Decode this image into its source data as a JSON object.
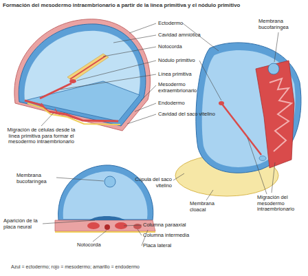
{
  "diagram": {
    "title": "Formación del mesodermo intraembrionario a partir de la línea primitiva y el nódulo primitivo",
    "caption": "Azul = ectodermo; rojo = mesodermo; amarillo = endodermo",
    "labels": [
      "Ectodermo",
      "Cavidad amniótica",
      "Notocorda",
      "Nódulo primitivo",
      "Línea primitiva",
      "Mesodermo extraembrionario",
      "Endodermo",
      "Cavidad del saco vitelino",
      "Migración de células desde la línea primitiva para formar el mesodermo intraembrionario",
      "Membrana bucofaríngea",
      "Cúpula del saco vitelino",
      "Membrana cloacal",
      "Migración del mesodermo intraembrionario",
      "Membrana bucofaríngea",
      "Aparición de la placa neural",
      "Notocorda",
      "Columna paraaxial",
      "Columna intermedia",
      "Placa lateral"
    ]
  }
}
